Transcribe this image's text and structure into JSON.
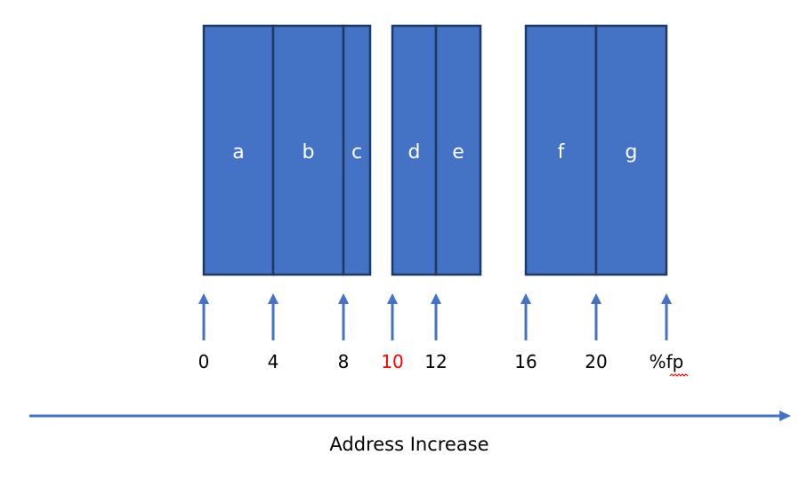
{
  "colors": {
    "block_fill": "#4472c4",
    "block_stroke": "#1f3864",
    "arrow": "#4472c4",
    "text": "#000000",
    "highlight": "#ff0000",
    "spellcheck": "#ff0000"
  },
  "blocks": [
    {
      "cells": [
        {
          "label": "a",
          "start": 0,
          "end": 4
        },
        {
          "label": "b",
          "start": 4,
          "end": 8
        },
        {
          "label": "c",
          "start": 8,
          "end": 9
        }
      ]
    },
    {
      "cells": [
        {
          "label": "d",
          "start": 10,
          "end": 12
        },
        {
          "label": "e",
          "start": 12,
          "end": 14
        }
      ]
    },
    {
      "cells": [
        {
          "label": "f",
          "start": 16,
          "end": 20
        },
        {
          "label": "g",
          "start": 20,
          "end": 24
        }
      ]
    }
  ],
  "markers": [
    {
      "label": "0",
      "value": 0,
      "highlight": false
    },
    {
      "label": "4",
      "value": 4,
      "highlight": false
    },
    {
      "label": "8",
      "value": 8,
      "highlight": false
    },
    {
      "label": "10",
      "value": 10,
      "highlight": true
    },
    {
      "label": "12",
      "value": 12,
      "highlight": false
    },
    {
      "label": "16",
      "value": 16,
      "highlight": false
    },
    {
      "label": "20",
      "value": 20,
      "highlight": false
    },
    {
      "label": "%fp",
      "value": 24,
      "highlight": false,
      "spellcheck": true
    }
  ],
  "axis": {
    "label": "Address Increase"
  }
}
